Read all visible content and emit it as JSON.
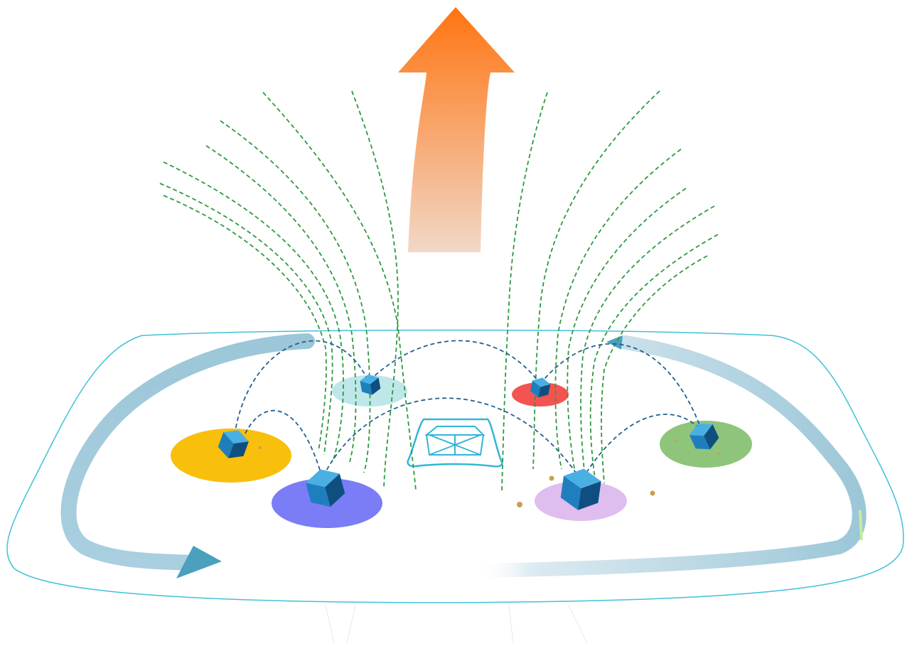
{
  "colors": {
    "background": "#ffffff",
    "boundary": "#3fc1d8",
    "circulation": "#9cc7d8",
    "circulation_head": "#4aa0bd",
    "field_lines": "#2e9a3e",
    "transfer_links": "#23618f",
    "cube_top": "#4ab0e3",
    "cube_left": "#1f7fbe",
    "cube_right": "#0f4f80",
    "particle": "#c8a050",
    "upward_arrow_top": "#ff7410",
    "upward_arrow_bottom": "#f2d8c8",
    "center_symbol": "#33b5d6"
  },
  "icons": {
    "upward_arrow": "arrow-up-icon",
    "center_symbol": "open-box-icon",
    "node_marker": "cube-icon"
  },
  "nodes": [
    {
      "id": "yellow",
      "fill": "#f8bf0c"
    },
    {
      "id": "indigo",
      "fill": "#7a7df5"
    },
    {
      "id": "teal",
      "fill": "#bfe7ea"
    },
    {
      "id": "red",
      "fill": "#f35451"
    },
    {
      "id": "lavender",
      "fill": "#dfbdef"
    },
    {
      "id": "green",
      "fill": "#8fc47b"
    }
  ]
}
